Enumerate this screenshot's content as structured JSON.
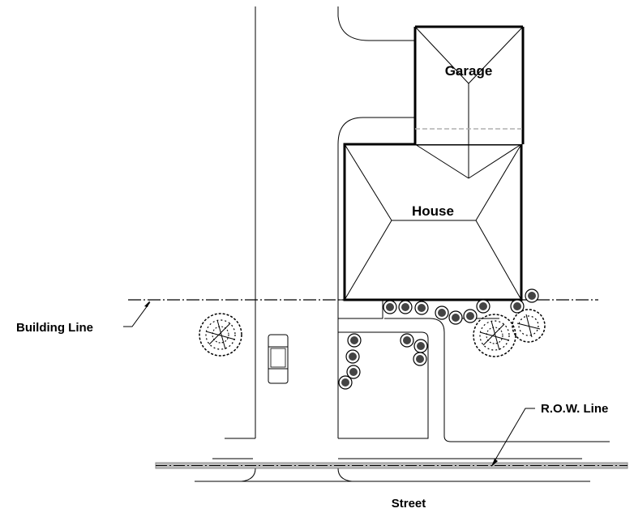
{
  "diagram": {
    "labels": {
      "garage": "Garage",
      "house": "House",
      "building_line": "Building Line",
      "row_line": "R.O.W. Line",
      "street": "Street"
    },
    "colors": {
      "ink": "#000000",
      "row_band": "#9a9a9a",
      "garage_divider": "#b0b0b0",
      "background": "#ffffff"
    }
  }
}
